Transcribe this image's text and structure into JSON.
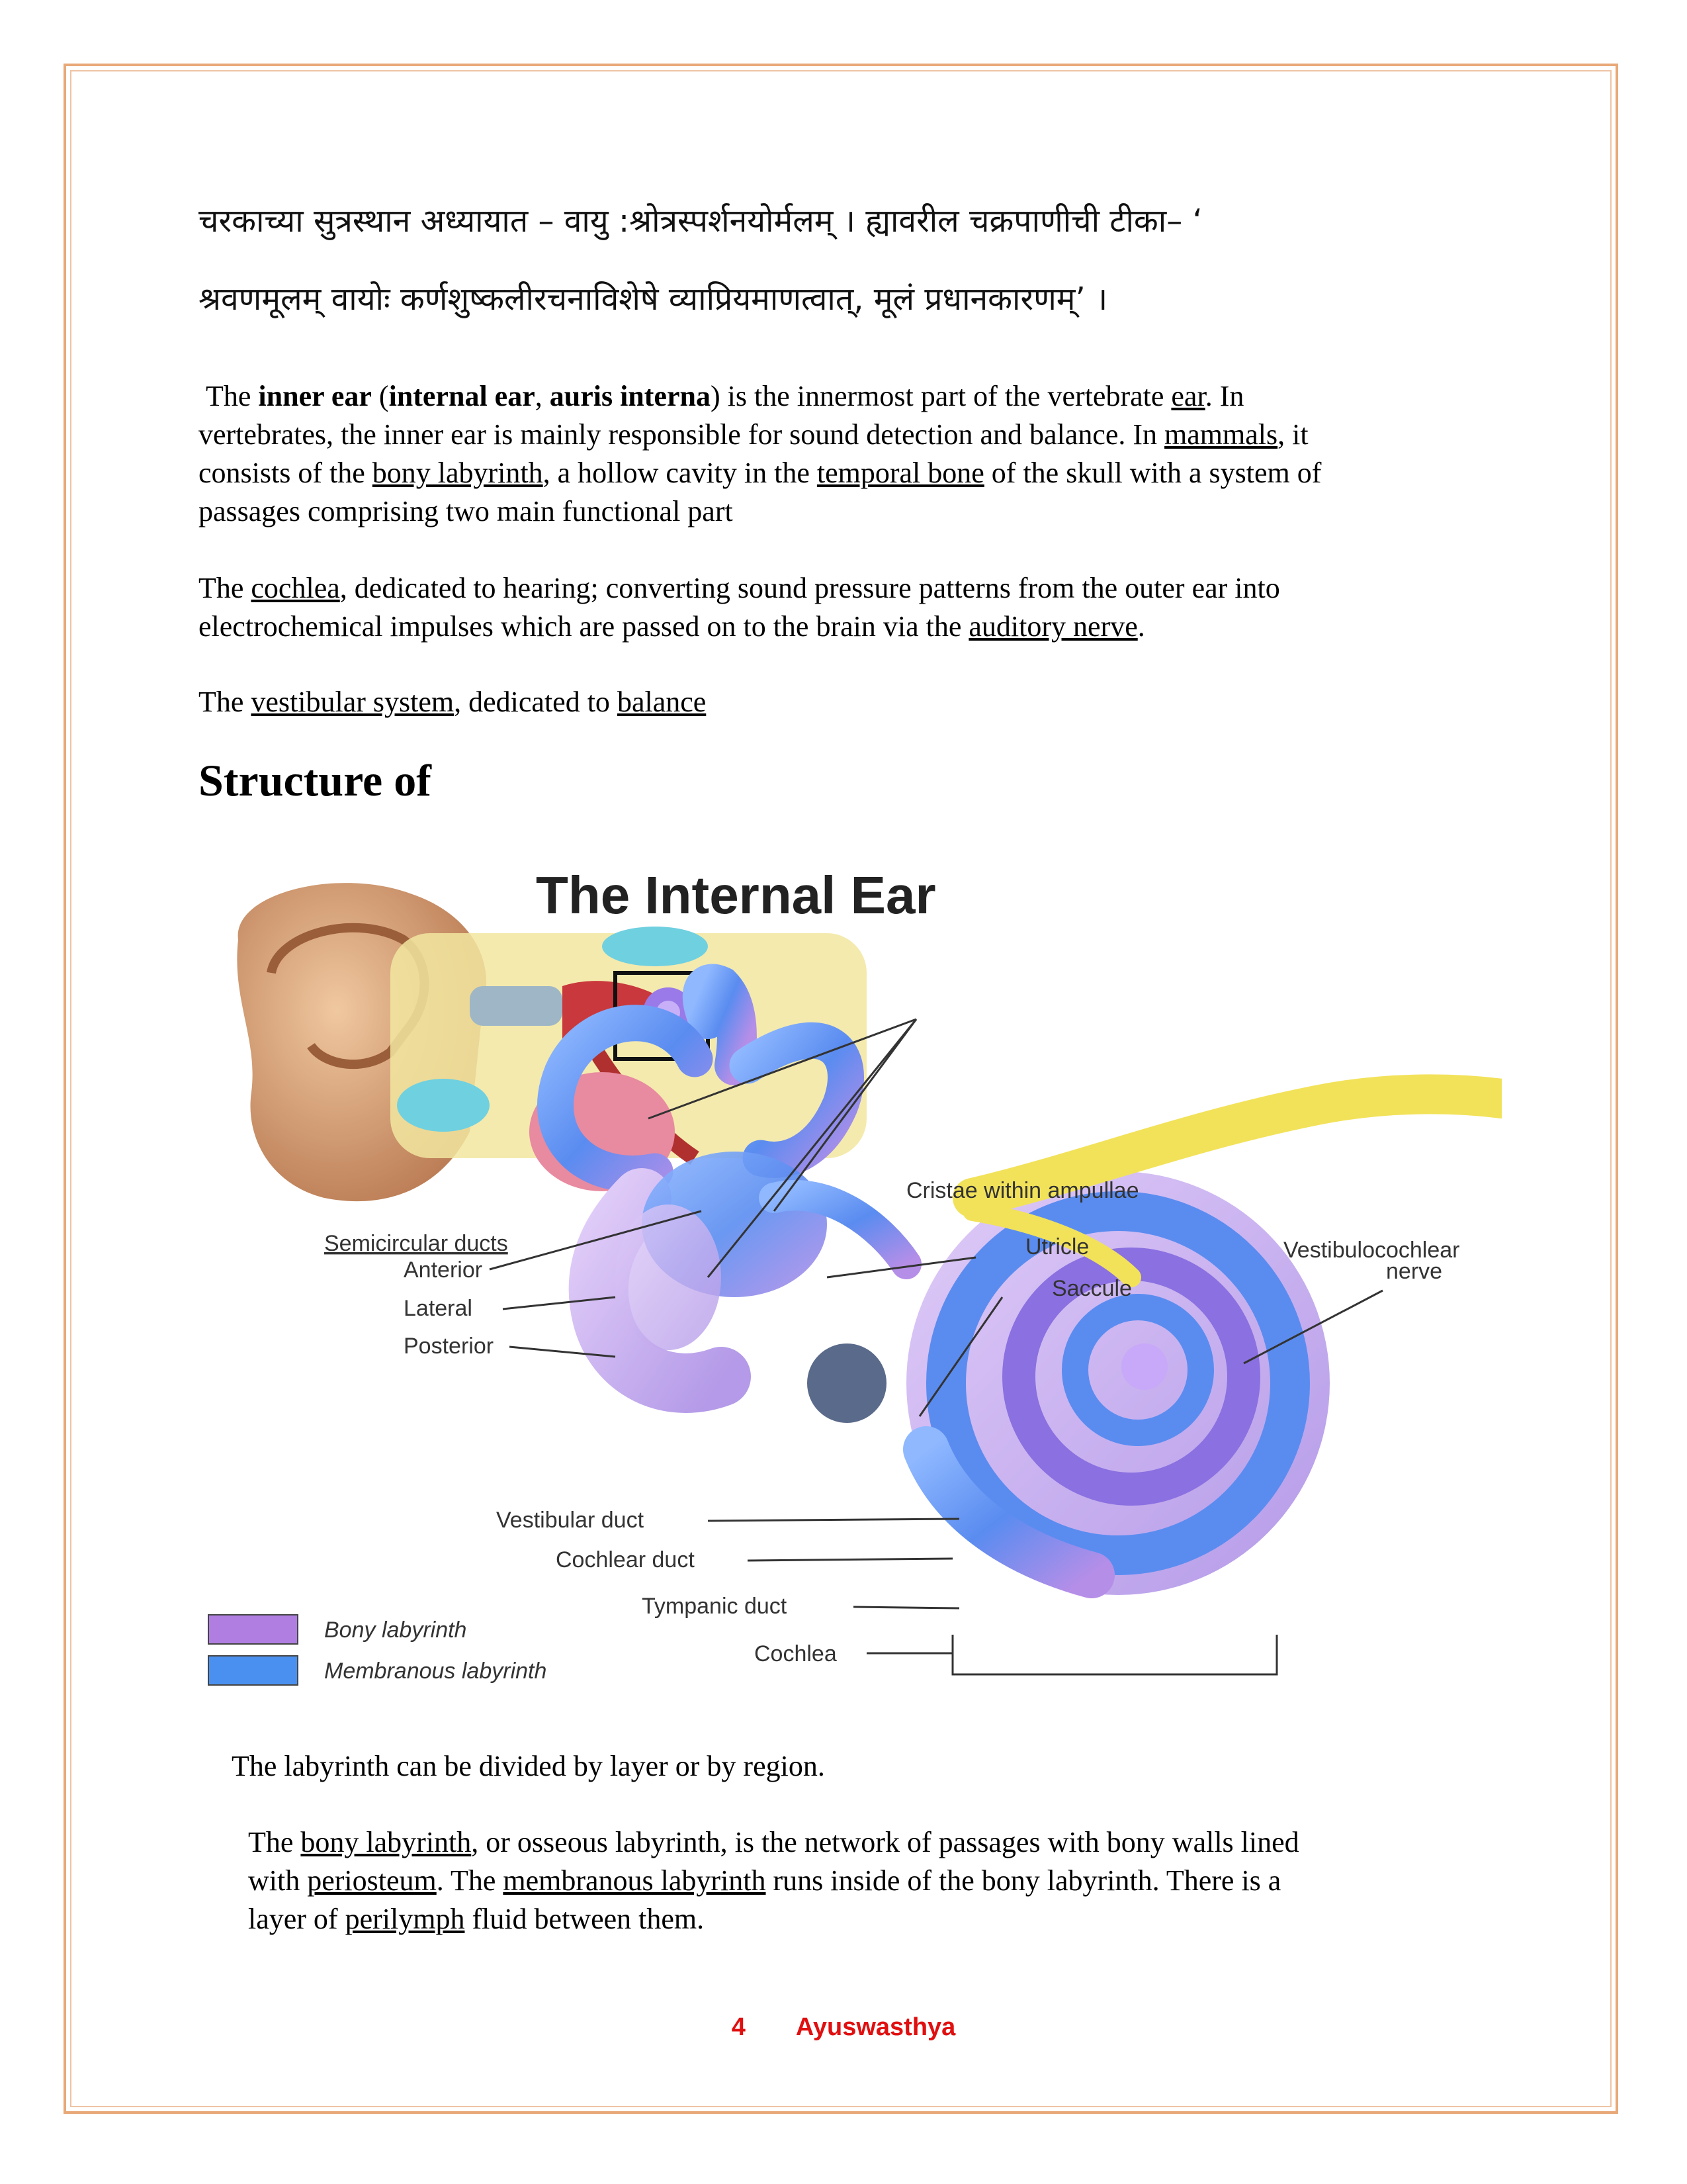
{
  "sanskrit": {
    "line1": "चरकाच्या सुत्रस्थान अध्यायात – वायु :श्रोत्रस्पर्शनयोर्मलम् । ह्यावरील चक्रपाणीची टीका– ‘",
    "line2": "श्रवणमूलम् वायोः कर्णशुष्कलीरचनाविशेषे व्याप्रियमाणत्वात्, मूलं प्रधानकारणम्’ ।"
  },
  "para1": {
    "t1": "The ",
    "b1": "inner ear",
    "t2": " (",
    "b2": "internal ear",
    "t3": ", ",
    "b3": "auris interna",
    "t4": ") is the innermost part of the vertebrate ",
    "l_ear": "ear",
    "t5": ". In",
    "line2a": "vertebrates, the inner ear is mainly responsible for sound detection and balance.",
    "line2b": " In  ",
    "l_mammals": "mammals",
    "line2c": ", it",
    "line3a": "consists of the ",
    "l_bony": "bony labyrinth",
    "line3b": ", a hollow cavity in the ",
    "l_temporal": "temporal bone",
    "line3c": " of the skull with a system of",
    "line4": "passages comprising two main functional part"
  },
  "para2": {
    "t1": "The ",
    "l_cochlea": "cochlea",
    "t2": ", dedicated to hearing; converting sound pressure patterns from the outer ear into",
    "t3": "electrochemical impulses which are passed on to the brain via the ",
    "l_nerve": "auditory nerve",
    "t4": "."
  },
  "para3": {
    "t1": "The ",
    "l_vest": "vestibular system",
    "t2": ", dedicated to ",
    "l_balance": "balance"
  },
  "heading": "Structure of",
  "figure": {
    "title": "The Internal Ear",
    "labels": {
      "semicircular": "Semicircular ducts",
      "anterior": "Anterior",
      "lateral": "Lateral",
      "posterior": "Posterior",
      "cristae": "Cristae within ampullae",
      "utricle": "Utricle",
      "saccule": "Saccule",
      "vestibulocochlear1": "Vestibulocochlear",
      "vestibulocochlear2": "nerve",
      "vestibular_duct": "Vestibular duct",
      "cochlear_duct": "Cochlear duct",
      "tympanic_duct": "Tympanic duct",
      "cochlea": "Cochlea"
    },
    "legend": {
      "bony": "Bony labyrinth",
      "membranous": "Membranous labyrinth",
      "bony_color": "#b07ee0",
      "membranous_color": "#4a90f0"
    }
  },
  "para4": "The labyrinth can be divided by layer or by region.",
  "para5": {
    "t1": "The ",
    "l_bony": "bony labyrinth",
    "t2": ", or osseous labyrinth, is the network of passages with bony walls lined",
    "t3": "with ",
    "l_periosteum": "periosteum",
    "t4": ". The ",
    "l_membranous": "membranous labyrinth",
    "t5": " runs inside of the bony labyrinth. There is a",
    "t6": "layer of ",
    "l_perilymph": "perilymph",
    "t7": " fluid between them."
  },
  "footer": {
    "page": "4",
    "title": "Ayuswasthya"
  }
}
